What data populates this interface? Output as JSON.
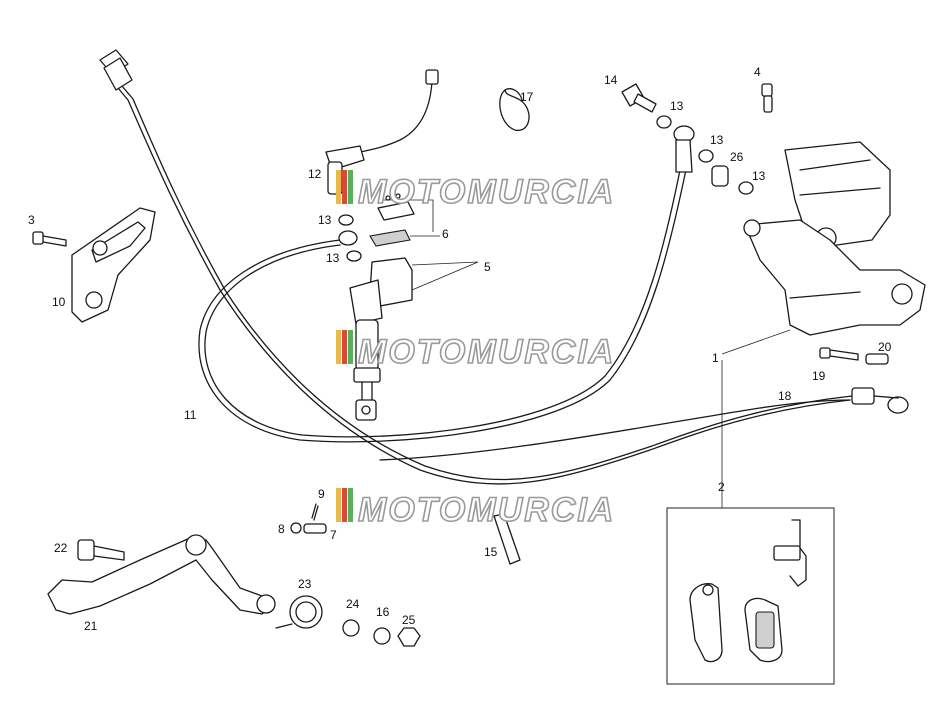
{
  "watermark": {
    "text": "MOTOMURCIA",
    "stripe_colors": [
      "#e8b84a",
      "#d94a3a",
      "#58b05a"
    ]
  },
  "callouts": [
    {
      "id": "c-1",
      "label": "1"
    },
    {
      "id": "c-2",
      "label": "2"
    },
    {
      "id": "c-3",
      "label": "3"
    },
    {
      "id": "c-4",
      "label": "4"
    },
    {
      "id": "c-5",
      "label": "5"
    },
    {
      "id": "c-6",
      "label": "6"
    },
    {
      "id": "c-7",
      "label": "7"
    },
    {
      "id": "c-8",
      "label": "8"
    },
    {
      "id": "c-9",
      "label": "9"
    },
    {
      "id": "c-10",
      "label": "10"
    },
    {
      "id": "c-11",
      "label": "11"
    },
    {
      "id": "c-12",
      "label": "12"
    },
    {
      "id": "c-13a",
      "label": "13"
    },
    {
      "id": "c-13b",
      "label": "13"
    },
    {
      "id": "c-13c",
      "label": "13"
    },
    {
      "id": "c-13d",
      "label": "13"
    },
    {
      "id": "c-13e",
      "label": "13"
    },
    {
      "id": "c-14",
      "label": "14"
    },
    {
      "id": "c-15",
      "label": "15"
    },
    {
      "id": "c-16",
      "label": "16"
    },
    {
      "id": "c-17",
      "label": "17"
    },
    {
      "id": "c-18",
      "label": "18"
    },
    {
      "id": "c-19",
      "label": "19"
    },
    {
      "id": "c-20",
      "label": "20"
    },
    {
      "id": "c-21",
      "label": "21"
    },
    {
      "id": "c-22",
      "label": "22"
    },
    {
      "id": "c-23",
      "label": "23"
    },
    {
      "id": "c-24",
      "label": "24"
    },
    {
      "id": "c-25",
      "label": "25"
    },
    {
      "id": "c-26",
      "label": "26"
    }
  ]
}
